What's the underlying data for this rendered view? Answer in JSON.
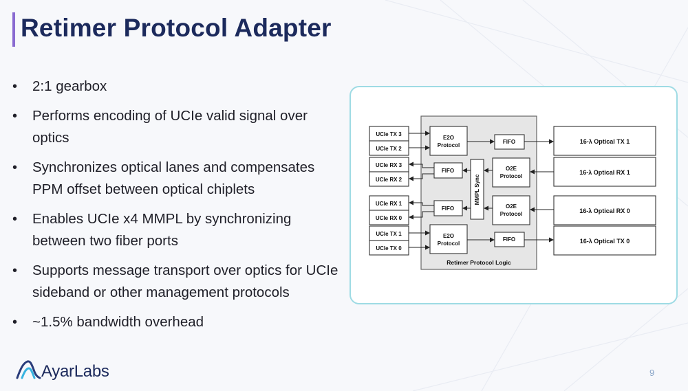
{
  "slide": {
    "title": "Retimer Protocol Adapter",
    "bullets": [
      "2:1 gearbox",
      "Performs encoding of UCIe valid signal over optics",
      "Synchronizes optical lanes and compensates PPM offset between optical chiplets",
      "Enables UCIe x4 MMPL by synchronizing between two fiber ports",
      "Supports message transport over optics for UCIe sideband or other management protocols",
      "~1.5% bandwidth overhead"
    ],
    "bullet_glyph": "•",
    "page_number": "9",
    "logo": {
      "name": "AyarLabs",
      "part1": "Ayar",
      "part2": "Labs",
      "icon": "ayarlabs-logo-icon"
    }
  },
  "diagram": {
    "logic_label": "Retimer Protocol Logic",
    "sync_label": "MMPL Sync",
    "ucie": {
      "tx3": "UCIe TX 3",
      "tx2": "UCIe TX 2",
      "rx3": "UCIe RX 3",
      "rx2": "UCIe RX 2",
      "rx1": "UCIe RX 1",
      "rx0": "UCIe RX 0",
      "tx1": "UCIe TX 1",
      "tx0": "UCIe TX 0"
    },
    "e2o_line1": "E2O",
    "e2o_line2": "Protocol",
    "o2e_line1": "O2E",
    "o2e_line2": "Protocol",
    "fifo": "FIFO",
    "optical": {
      "tx1": "16-λ Optical TX 1",
      "rx1": "16-λ Optical RX 1",
      "rx0": "16-λ Optical RX 0",
      "tx0": "16-λ Optical TX 0"
    }
  },
  "colors": {
    "title": "#1c2a5c",
    "accent_bar": "#8a6bd1",
    "card_border": "#9edbe4",
    "logic_fill": "#e6e6e6"
  }
}
